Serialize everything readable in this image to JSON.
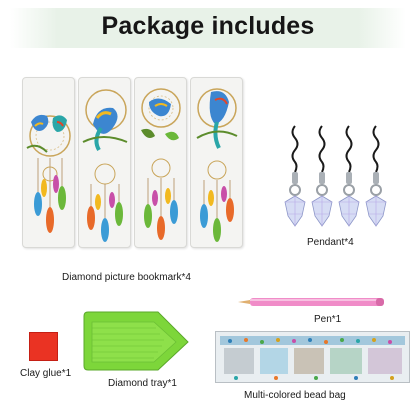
{
  "header": {
    "title": "Package includes"
  },
  "items": {
    "bookmark": {
      "label": "Diamond picture bookmark*4"
    },
    "pendant": {
      "label": "Pendant*4"
    },
    "pen": {
      "label": "Pen*1"
    },
    "clay": {
      "label": "Clay glue*1"
    },
    "tray": {
      "label": "Diamond tray*1"
    },
    "bag": {
      "label": "Multi-colored bead bag"
    }
  },
  "colors": {
    "banner": "#e8f2e8",
    "clay": "#ea3323",
    "tray": "#7dd63a",
    "pen": "#f08cc8"
  }
}
